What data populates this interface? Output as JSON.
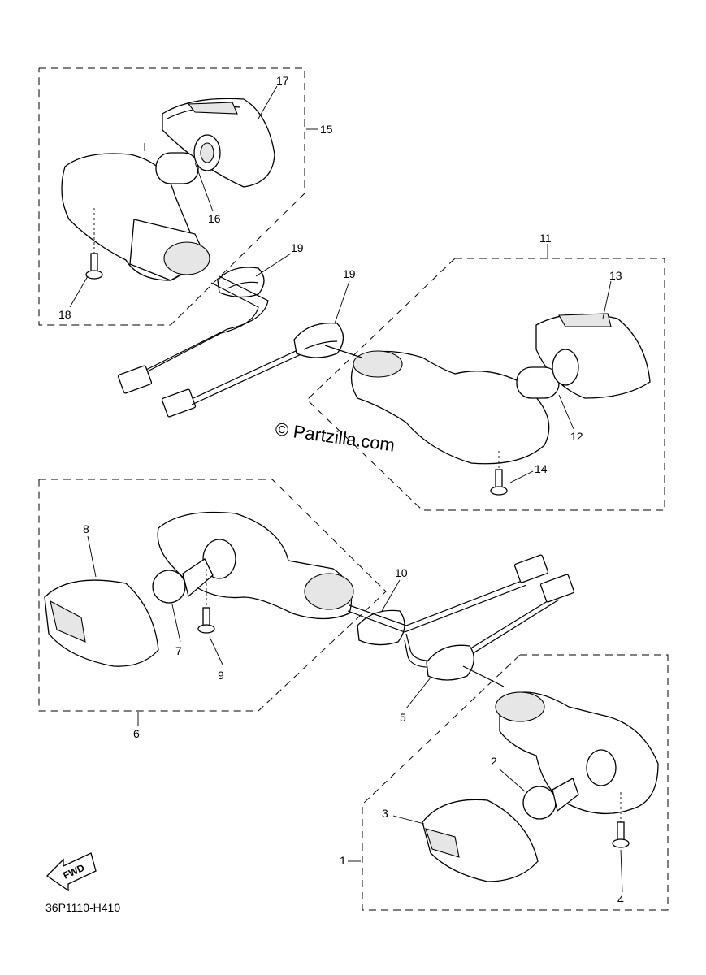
{
  "callouts": {
    "n1": "1",
    "n2": "2",
    "n3": "3",
    "n4": "4",
    "n5": "5",
    "n6": "6",
    "n7": "7",
    "n8": "8",
    "n9": "9",
    "n10": "10",
    "n11": "11",
    "n12": "12",
    "n13": "13",
    "n14": "14",
    "n15": "15",
    "n16": "16",
    "n17": "17",
    "n18": "18",
    "n19a": "19",
    "n19b": "19"
  },
  "watermark": "© Partzilla.com",
  "fwd_label": "FWD",
  "diagram_code": "36P1110-H410"
}
